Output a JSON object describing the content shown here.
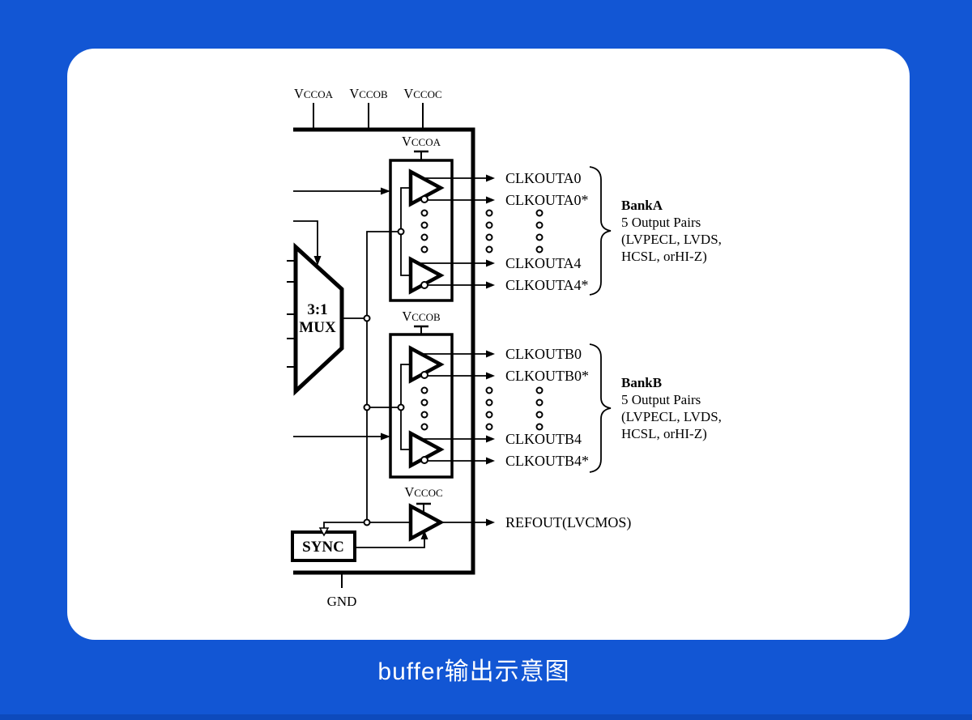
{
  "caption": "buffer输出示意图",
  "colors": {
    "background": "#1256d4",
    "background_bottom_strip": "#0d4abc",
    "card": "#ffffff",
    "ink": "#000000"
  },
  "diagram": {
    "power_rails": [
      {
        "v": "V",
        "sc": "CCOA"
      },
      {
        "v": "V",
        "sc": "CCOB"
      },
      {
        "v": "V",
        "sc": "CCOC"
      }
    ],
    "mux": {
      "line1": "3:1",
      "line2": "MUX"
    },
    "bank_a": {
      "supply": {
        "v": "V",
        "sc": "CCOA"
      },
      "outputs": [
        "CLKOUTA0",
        "CLKOUTA0*",
        "CLKOUTA4",
        "CLKOUTA4*"
      ],
      "desc": [
        "BankA",
        "5 Output Pairs",
        "(LVPECL, LVDS,",
        "HCSL, orHI-Z)"
      ]
    },
    "bank_b": {
      "supply": {
        "v": "V",
        "sc": "CCOB"
      },
      "outputs": [
        "CLKOUTB0",
        "CLKOUTB0*",
        "CLKOUTB4",
        "CLKOUTB4*"
      ],
      "desc": [
        "BankB",
        "5 Output Pairs",
        "(LVPECL, LVDS,",
        "HCSL, orHI-Z)"
      ]
    },
    "refout": {
      "supply": {
        "v": "V",
        "sc": "CCOC"
      },
      "label": "REFOUT(LVCMOS)"
    },
    "sync": "SYNC",
    "gnd": "GND"
  }
}
